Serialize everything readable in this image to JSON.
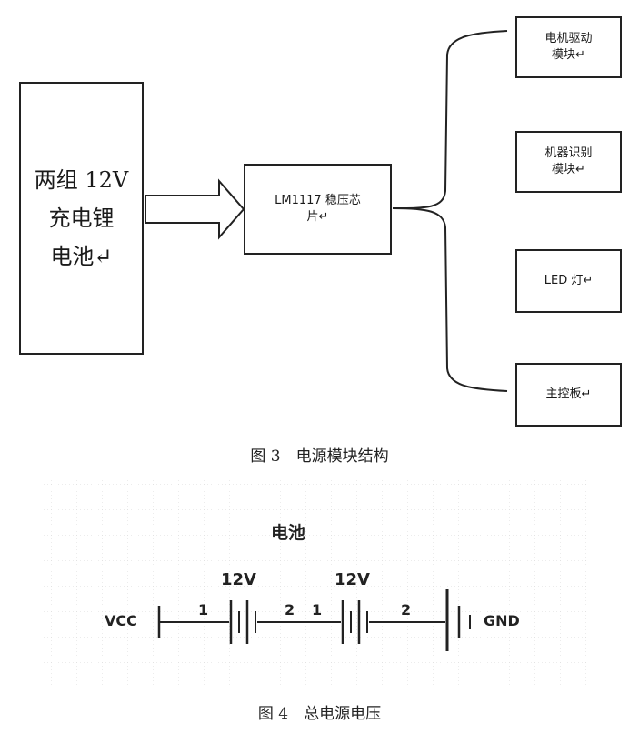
{
  "figure3": {
    "battery_block": {
      "line1": "两组 12V",
      "line2": "充电锂",
      "line3": "电池↵"
    },
    "regulator_block": {
      "line1": "LM1117 稳压芯",
      "line2": "片↵"
    },
    "outputs": [
      {
        "line1": "电机驱动",
        "line2": "模块↵"
      },
      {
        "line1": "机器识别",
        "line2": "模块↵"
      },
      {
        "line1": "LED 灯↵",
        "line2": ""
      },
      {
        "line1": "主控板↵",
        "line2": ""
      }
    ],
    "caption": "图 3　电源模块结构"
  },
  "figure4": {
    "title": "电池",
    "left_terminal": "VCC",
    "right_terminal": "GND",
    "cell1": {
      "voltage": "12V",
      "pin_left": "1",
      "pin_right": "2"
    },
    "cell2": {
      "voltage": "12V",
      "pin_left": "1",
      "pin_right": "2"
    },
    "caption": "图 4　总电源电压"
  }
}
